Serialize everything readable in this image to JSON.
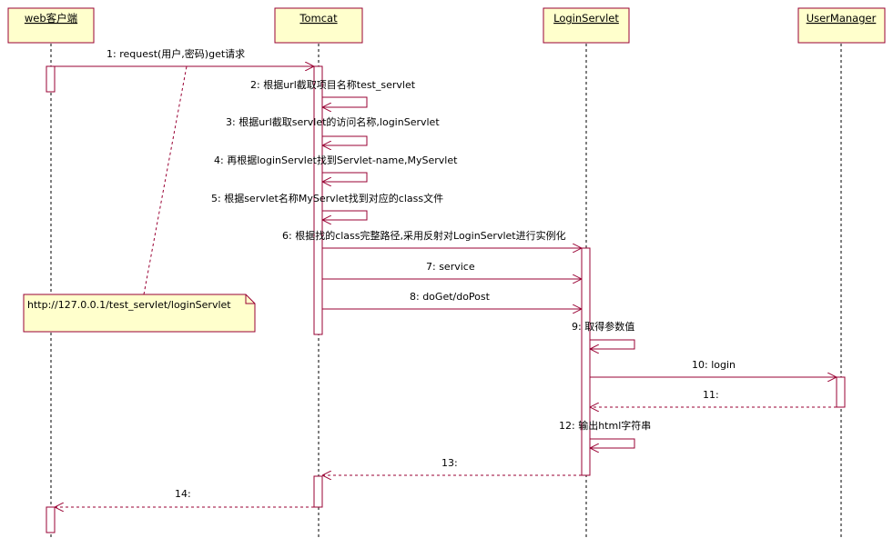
{
  "participants": [
    {
      "name": "web客户端"
    },
    {
      "name": "Tomcat"
    },
    {
      "name": "LoginServlet"
    },
    {
      "name": "UserManager"
    }
  ],
  "messages": [
    {
      "label": "1: request(用户,密码)get请求",
      "from": 0,
      "to": 1,
      "kind": "call"
    },
    {
      "label": "2: 根据url截取项目名称test_servlet",
      "from": 1,
      "to": 1,
      "kind": "self"
    },
    {
      "label": "3: 根据url截取servlet的访问名称,loginServlet",
      "from": 1,
      "to": 1,
      "kind": "self"
    },
    {
      "label": "4: 再根据loginServlet找到Servlet-name,MyServlet",
      "from": 1,
      "to": 1,
      "kind": "self"
    },
    {
      "label": "5: 根据servlet名称MyServlet找到对应的class文件",
      "from": 1,
      "to": 1,
      "kind": "self"
    },
    {
      "label": "6: 根据找的class完整路径,采用反射对LoginServlet进行实例化",
      "from": 1,
      "to": 2,
      "kind": "call"
    },
    {
      "label": "7: service",
      "from": 1,
      "to": 2,
      "kind": "call"
    },
    {
      "label": "8: doGet/doPost",
      "from": 1,
      "to": 2,
      "kind": "call"
    },
    {
      "label": "9: 取得参数值",
      "from": 2,
      "to": 2,
      "kind": "self"
    },
    {
      "label": "10: login",
      "from": 2,
      "to": 3,
      "kind": "call"
    },
    {
      "label": "11:",
      "from": 3,
      "to": 2,
      "kind": "return"
    },
    {
      "label": "12: 输出html字符串",
      "from": 2,
      "to": 2,
      "kind": "self"
    },
    {
      "label": "13:",
      "from": 2,
      "to": 1,
      "kind": "return"
    },
    {
      "label": "14:",
      "from": 1,
      "to": 0,
      "kind": "return"
    }
  ],
  "note": {
    "text": "http://127.0.0.1/test_servlet/loginServlet"
  },
  "colors": {
    "line": "#990033",
    "box_fill": "#ffffcc",
    "box_border": "#990033",
    "dashed": "#990033"
  }
}
